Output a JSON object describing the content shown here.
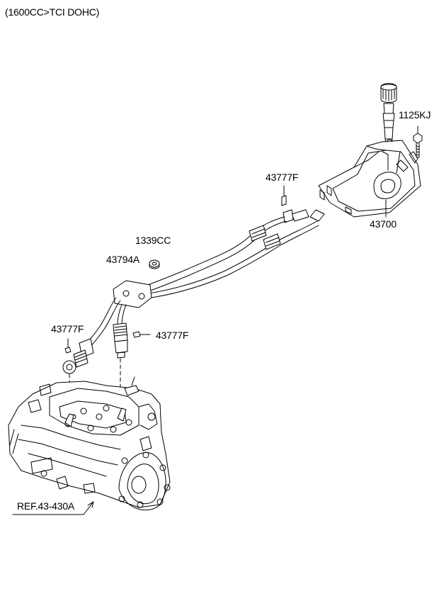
{
  "header": {
    "engine_spec": "(1600CC>TCI DOHC)"
  },
  "parts": {
    "bolt": "1125KJ",
    "shift_lever_assembly": "43700",
    "clip_upper": "43777F",
    "bushing": "1339CC",
    "bracket": "43794A",
    "clip_left": "43777F",
    "clip_right": "43777F"
  },
  "reference": {
    "label": "REF.43-430A"
  },
  "colors": {
    "line": "#000000",
    "background": "#ffffff"
  }
}
